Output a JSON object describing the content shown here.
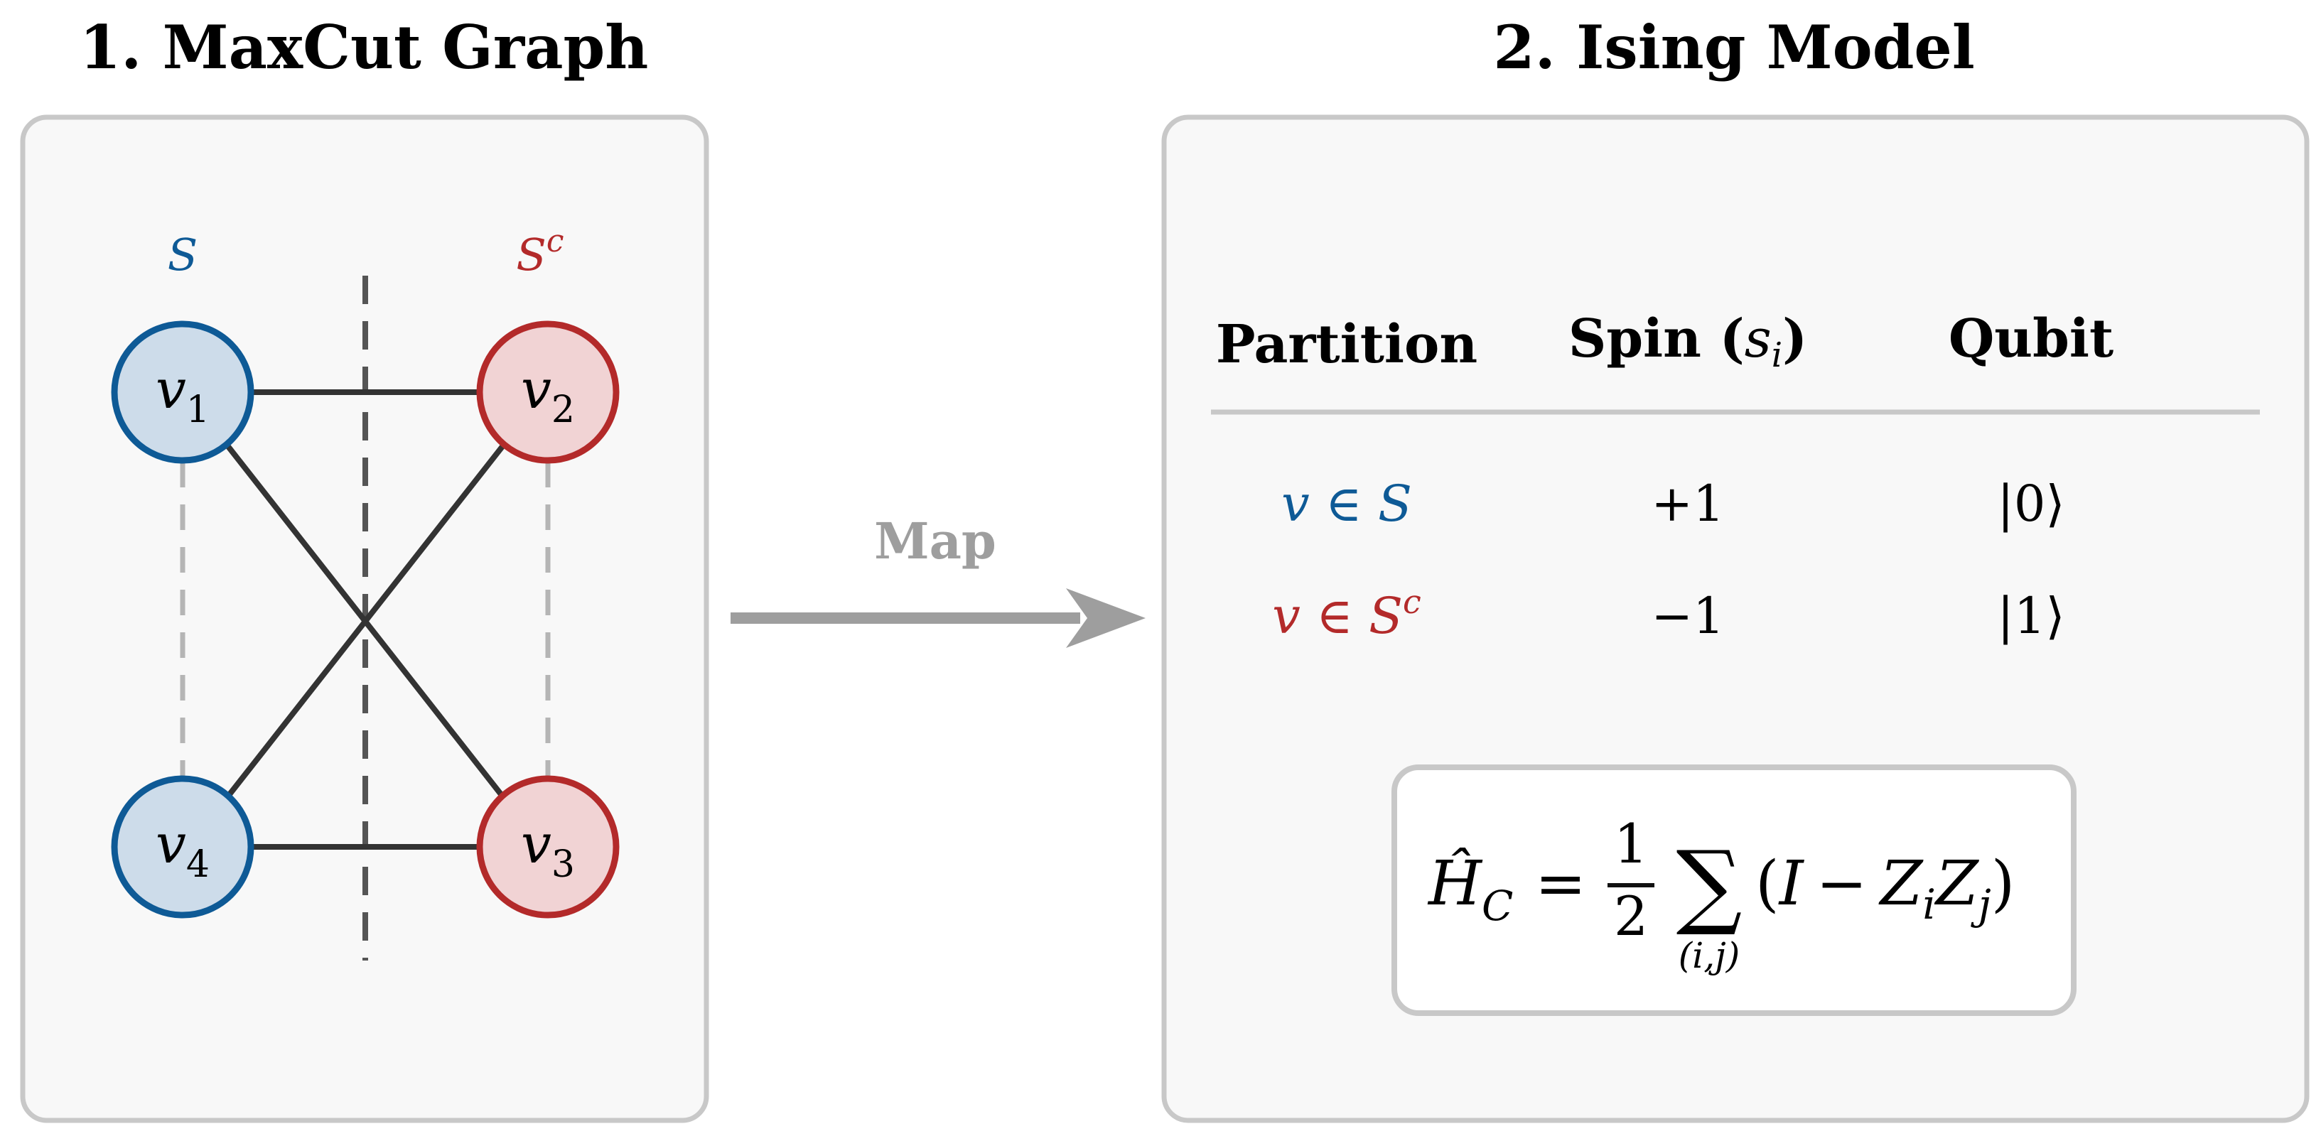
{
  "left_panel": {
    "title": "1. MaxCut Graph",
    "set_s_label": "S",
    "set_sc_base": "S",
    "set_sc_sup": "c",
    "nodes": [
      {
        "id": "v1",
        "base": "v",
        "sub": "1",
        "partition": "S"
      },
      {
        "id": "v2",
        "base": "v",
        "sub": "2",
        "partition": "Sc"
      },
      {
        "id": "v3",
        "base": "v",
        "sub": "3",
        "partition": "Sc"
      },
      {
        "id": "v4",
        "base": "v",
        "sub": "4",
        "partition": "S"
      }
    ],
    "edges": [
      [
        "v1",
        "v2"
      ],
      [
        "v1",
        "v3"
      ],
      [
        "v2",
        "v4"
      ],
      [
        "v4",
        "v3"
      ]
    ],
    "colors": {
      "s_fill": "#cddcea",
      "s_stroke": "#0e5a96",
      "sc_fill": "#f1d3d4",
      "sc_stroke": "#b32a2a",
      "edge": "#333333",
      "cut_line": "#555555",
      "intra_dashed": "#b5b5b5"
    }
  },
  "arrow": {
    "label": "Map",
    "color": "#9e9e9e"
  },
  "right_panel": {
    "title": "2. Ising Model",
    "table": {
      "headers": {
        "partition": "Partition",
        "spin_prefix": "Spin (",
        "spin_var": "s",
        "spin_sub": "i",
        "spin_suffix": ")",
        "qubit": "Qubit"
      },
      "rows": [
        {
          "partition_text": "v ∈ S",
          "partition_sup": "",
          "spin": "+1",
          "qubit": "|0⟩",
          "color": "#0e5a96"
        },
        {
          "partition_text": "v ∈ S",
          "partition_sup": "c",
          "spin": "−1",
          "qubit": "|1⟩",
          "color": "#b32a2a"
        }
      ]
    },
    "formula": {
      "lhs_base": "Ĥ",
      "lhs_sub": "C",
      "equals": "=",
      "frac_num": "1",
      "frac_den": "2",
      "sum_symbol": "∑",
      "sum_under": "(i,j)",
      "open_paren": "(",
      "identity": "I",
      "minus": "−",
      "z1": "Z",
      "z1_sub": "i",
      "z2": "Z",
      "z2_sub": "j",
      "close_paren": ")"
    }
  }
}
